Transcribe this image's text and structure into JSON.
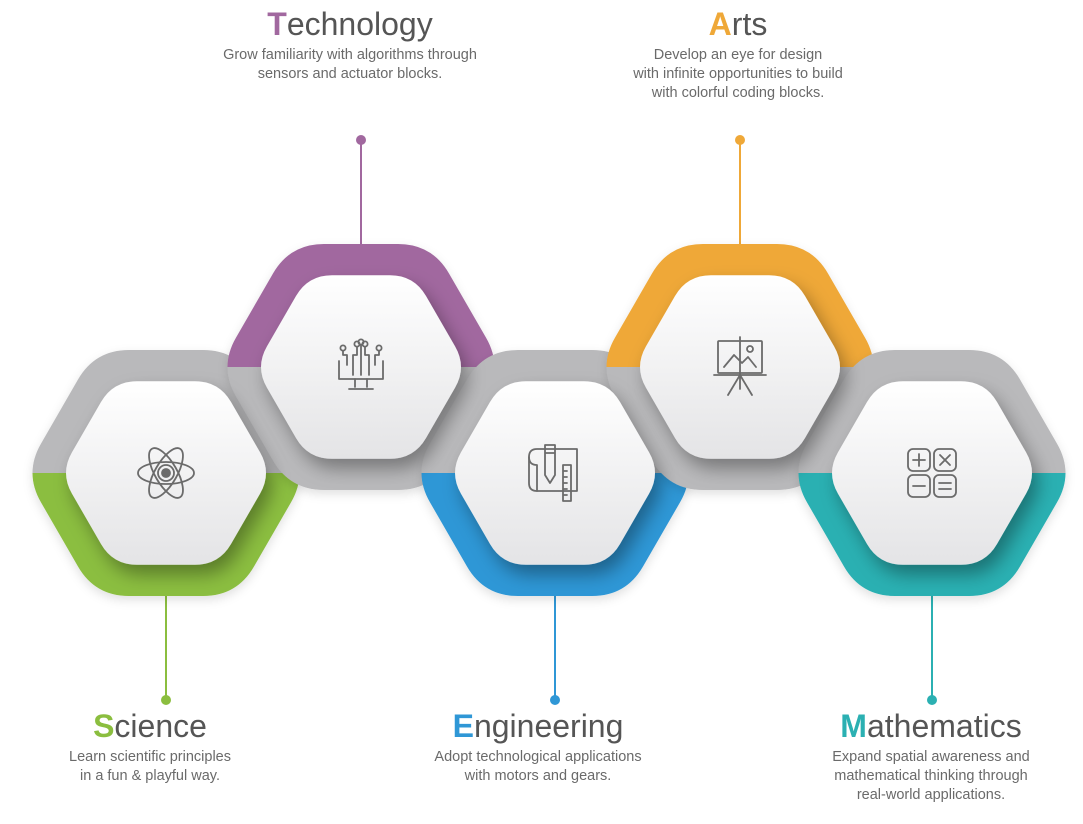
{
  "colors": {
    "gray": "#b9b9bb",
    "science": "#8bbe3f",
    "technology": "#a1689f",
    "engineering": "#2f97d6",
    "arts": "#efa838",
    "mathematics": "#2bb0b2",
    "icon_stroke": "#6b6b6b"
  },
  "items": {
    "science": {
      "initial": "S",
      "rest": "cience",
      "desc": [
        "Learn scientific principles",
        "in a fun & playful way."
      ],
      "icon": "atom-icon"
    },
    "technology": {
      "initial": "T",
      "rest": "echnology",
      "desc": [
        "Grow familiarity with algorithms through",
        "sensors and actuator blocks."
      ],
      "icon": "circuit-monitor-icon"
    },
    "engineering": {
      "initial": "E",
      "rest": "ngineering",
      "desc": [
        "Adopt technological applications",
        "with motors and gears."
      ],
      "icon": "blueprint-tools-icon"
    },
    "arts": {
      "initial": "A",
      "rest": "rts",
      "desc": [
        "Develop an eye for design",
        "with infinite opportunities to build",
        "with colorful coding blocks."
      ],
      "icon": "easel-icon"
    },
    "mathematics": {
      "initial": "M",
      "rest": "athematics",
      "desc": [
        "Expand spatial awareness and",
        "mathematical thinking through",
        "real-world applications."
      ],
      "icon": "calculator-icon"
    }
  }
}
